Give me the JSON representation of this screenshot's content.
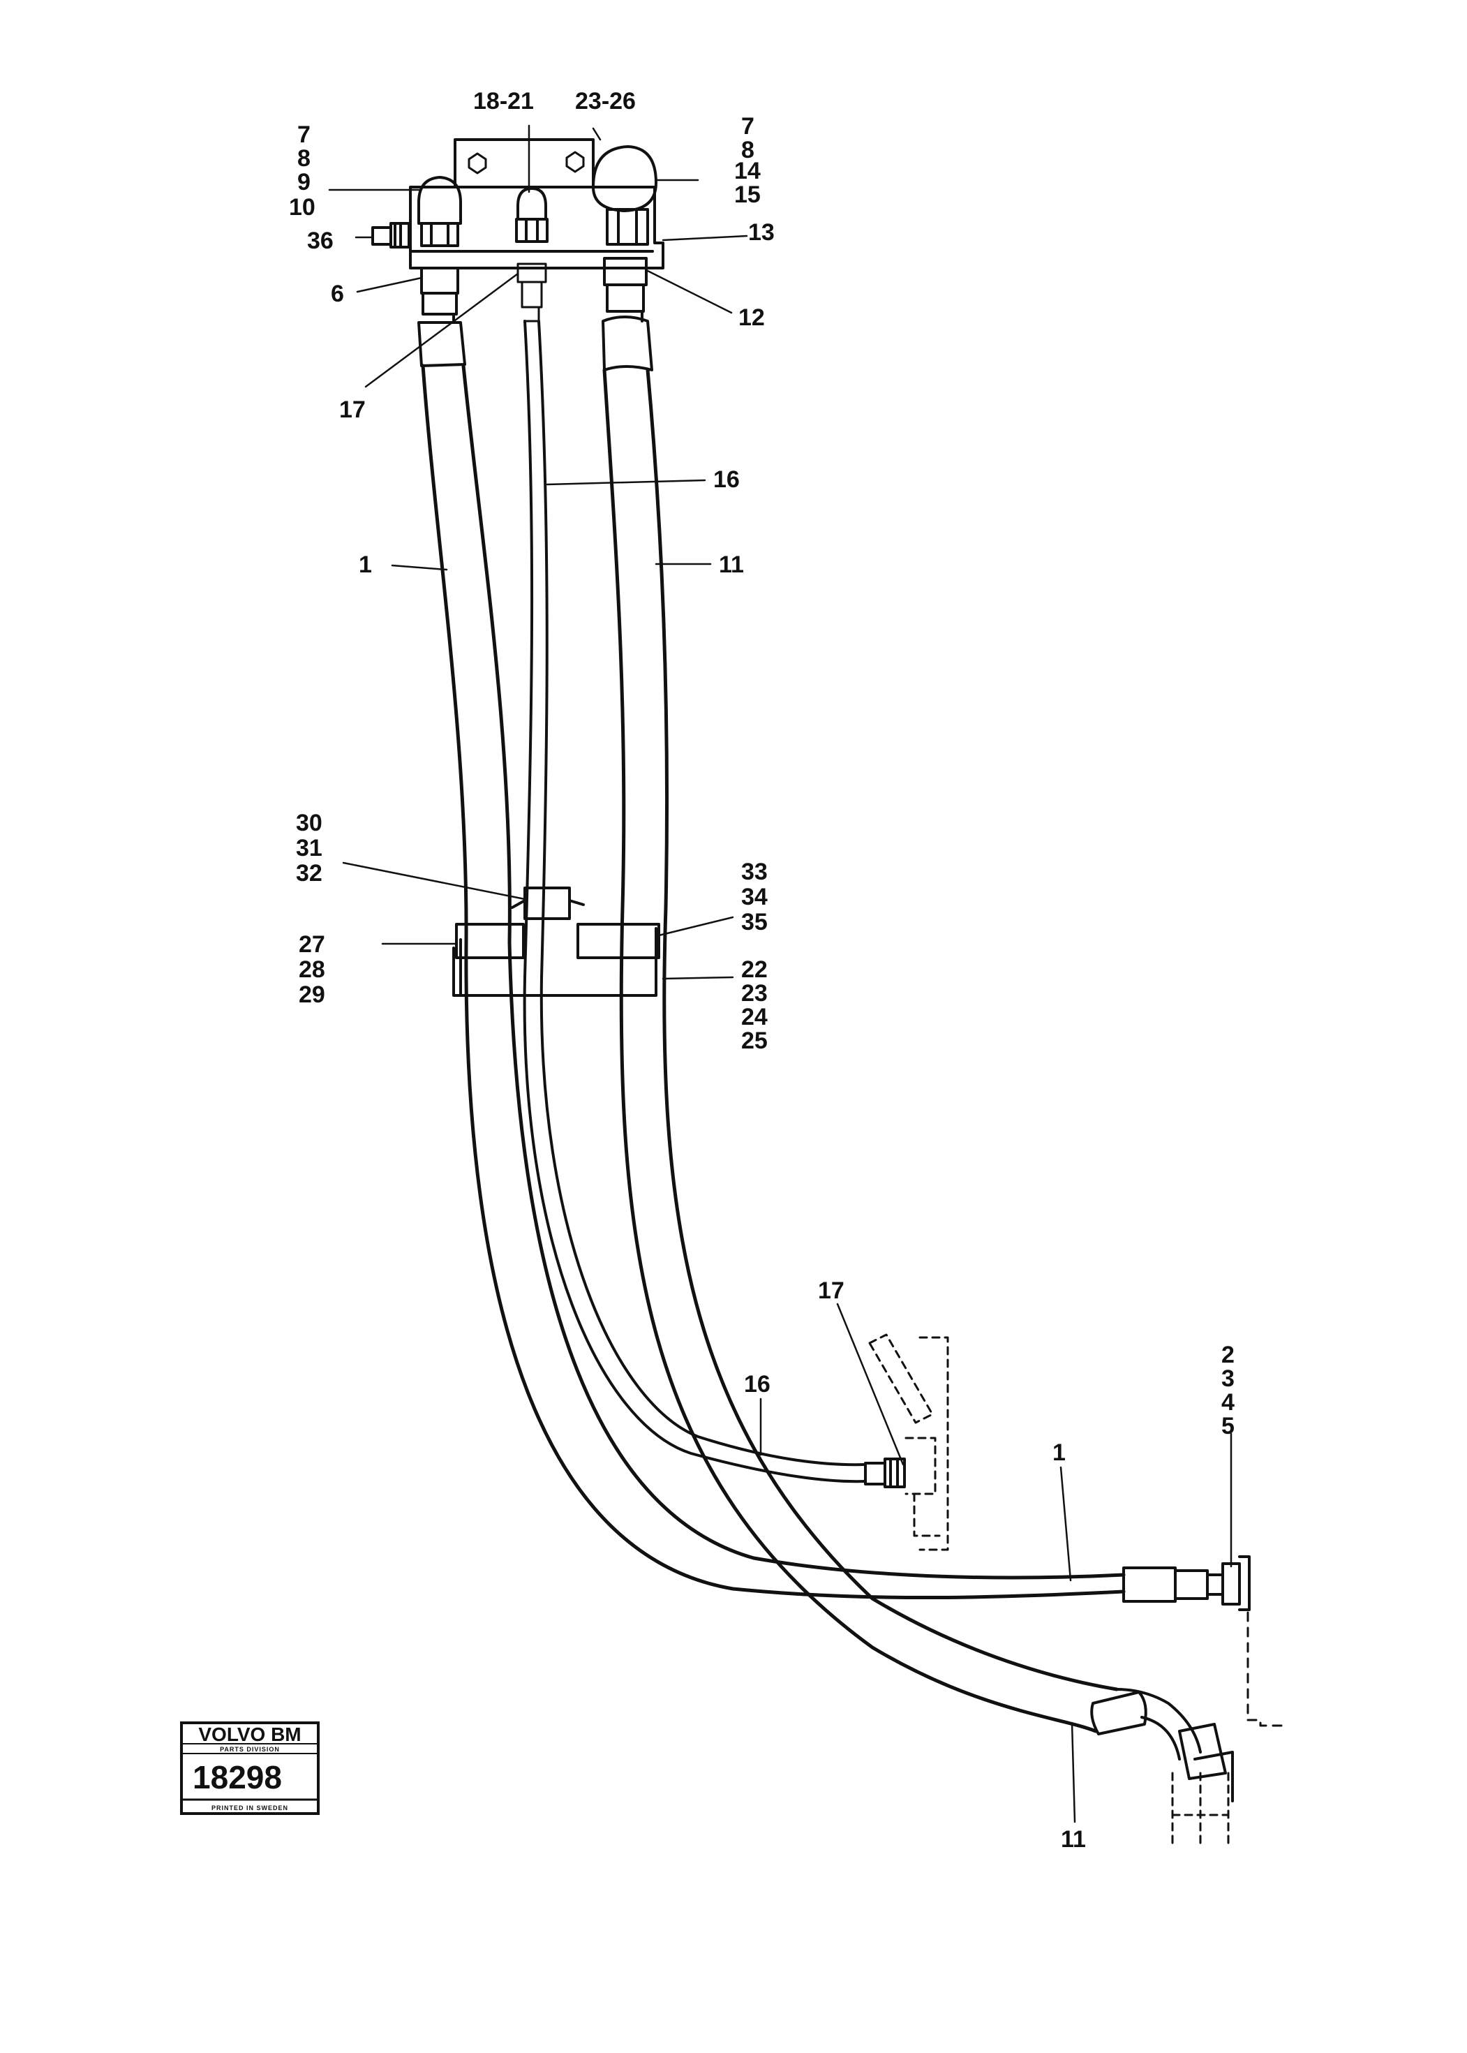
{
  "labels": {
    "l7a": "7",
    "l8a": "8",
    "l9": "9",
    "l10": "10",
    "l18_21": "18-21",
    "l23_26": "23-26",
    "l7b": "7",
    "l8b": "8",
    "l14": "14",
    "l15": "15",
    "l36": "36",
    "l13": "13",
    "l6": "6",
    "l12": "12",
    "l17a": "17",
    "l16a": "16",
    "l1a": "1",
    "l11a": "11",
    "l30": "30",
    "l31": "31",
    "l32": "32",
    "l33": "33",
    "l34": "34",
    "l35": "35",
    "l27": "27",
    "l28": "28",
    "l29": "29",
    "l22": "22",
    "l23": "23",
    "l24": "24",
    "l25": "25",
    "l17b": "17",
    "l16b": "16",
    "l1b": "1",
    "l2": "2",
    "l3": "3",
    "l4": "4",
    "l5": "5",
    "l11b": "11"
  },
  "stamp": {
    "brand": "VOLVO BM",
    "division": "PARTS DIVISION",
    "number": "18298",
    "printed": "PRINTED IN SWEDEN"
  }
}
